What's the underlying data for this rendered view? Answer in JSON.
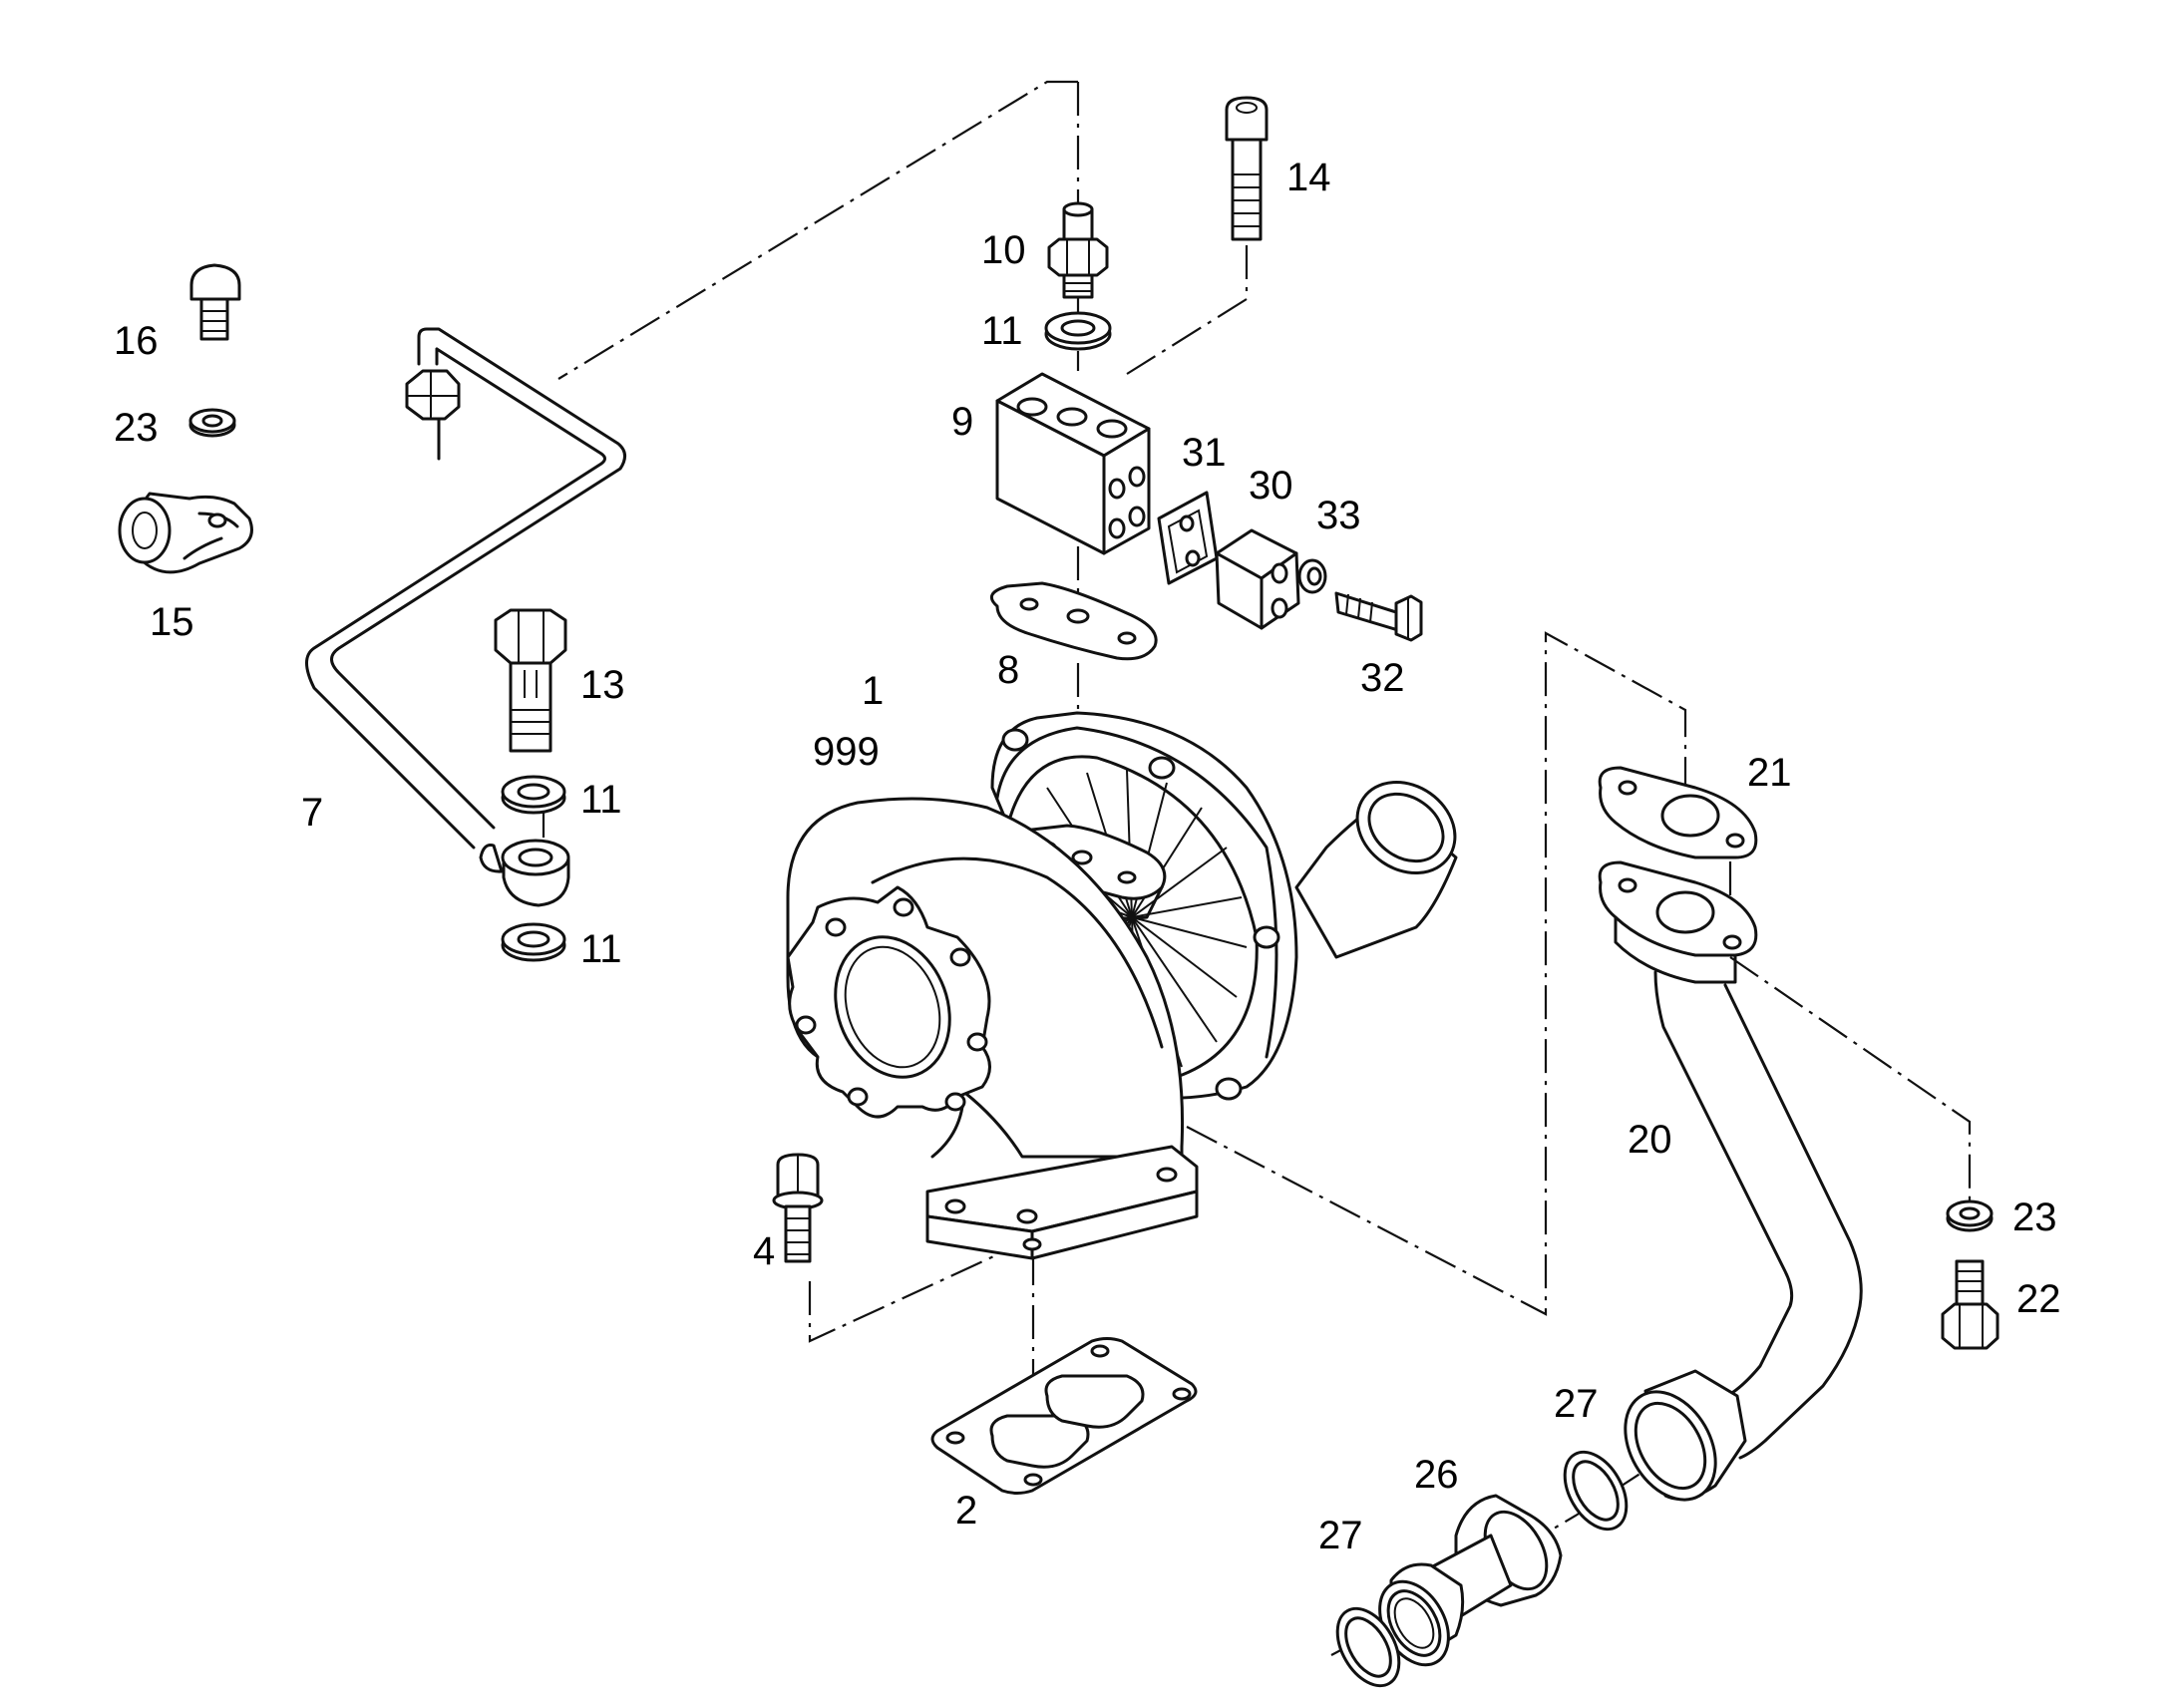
{
  "diagram": {
    "callouts": [
      {
        "id": "1",
        "text": "1"
      },
      {
        "id": "999",
        "text": "999"
      },
      {
        "id": "2",
        "text": "2"
      },
      {
        "id": "4",
        "text": "4"
      },
      {
        "id": "7",
        "text": "7"
      },
      {
        "id": "8",
        "text": "8"
      },
      {
        "id": "9",
        "text": "9"
      },
      {
        "id": "10",
        "text": "10"
      },
      {
        "id": "11a",
        "text": "11"
      },
      {
        "id": "11b",
        "text": "11"
      },
      {
        "id": "11c",
        "text": "11"
      },
      {
        "id": "13",
        "text": "13"
      },
      {
        "id": "14",
        "text": "14"
      },
      {
        "id": "15",
        "text": "15"
      },
      {
        "id": "16",
        "text": "16"
      },
      {
        "id": "20",
        "text": "20"
      },
      {
        "id": "21",
        "text": "21"
      },
      {
        "id": "22",
        "text": "22"
      },
      {
        "id": "23a",
        "text": "23"
      },
      {
        "id": "23b",
        "text": "23"
      },
      {
        "id": "26",
        "text": "26"
      },
      {
        "id": "27a",
        "text": "27"
      },
      {
        "id": "27b",
        "text": "27"
      },
      {
        "id": "30",
        "text": "30"
      },
      {
        "id": "31",
        "text": "31"
      },
      {
        "id": "32",
        "text": "32"
      },
      {
        "id": "33",
        "text": "33"
      }
    ]
  }
}
